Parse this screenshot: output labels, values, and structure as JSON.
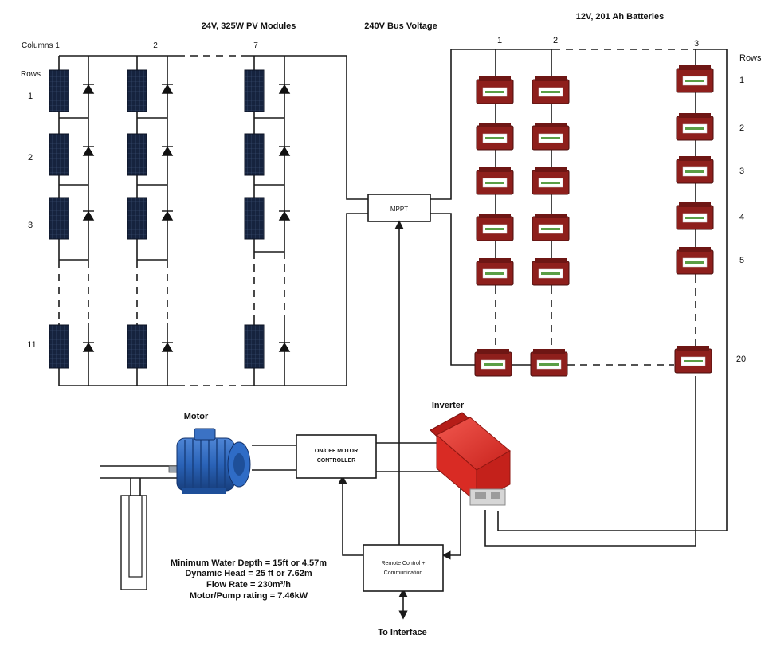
{
  "pv": {
    "title": "24V, 325W PV Modules",
    "columns_label": "Columns 1",
    "column_mid": "2",
    "column_last": "7",
    "rows_label": "Rows",
    "row_labels": [
      "1",
      "2",
      "3",
      "11"
    ]
  },
  "bus": {
    "title": "240V Bus Voltage"
  },
  "batteries": {
    "title": "12V, 201 Ah Batteries",
    "column_labels": [
      "1",
      "2",
      "3"
    ],
    "rows_label": "Rows",
    "row_labels": [
      "1",
      "2",
      "3",
      "4",
      "5",
      "20"
    ]
  },
  "mppt": {
    "label": "MPPT"
  },
  "inverter": {
    "label": "Inverter"
  },
  "motor": {
    "label": "Motor"
  },
  "controller": {
    "line1": "ON/OFF MOTOR",
    "line2": "CONTROLLER"
  },
  "remote": {
    "line1": "Remote Control +",
    "line2": "Communication"
  },
  "interface": {
    "label": "To Interface"
  },
  "specs": {
    "line1": "Minimum Water Depth = 15ft or 4.57m",
    "line2": "Dynamic Head = 25 ft or 7.62m",
    "line3": "Flow Rate = 230m³/h",
    "line4": "Motor/Pump rating = 7.46kW"
  },
  "colors": {
    "panel": "#16233e",
    "battery": "#8e1f1c",
    "inverter": "#e8322b",
    "motor": "#2a63b8",
    "wire": "#1a1a1a"
  }
}
